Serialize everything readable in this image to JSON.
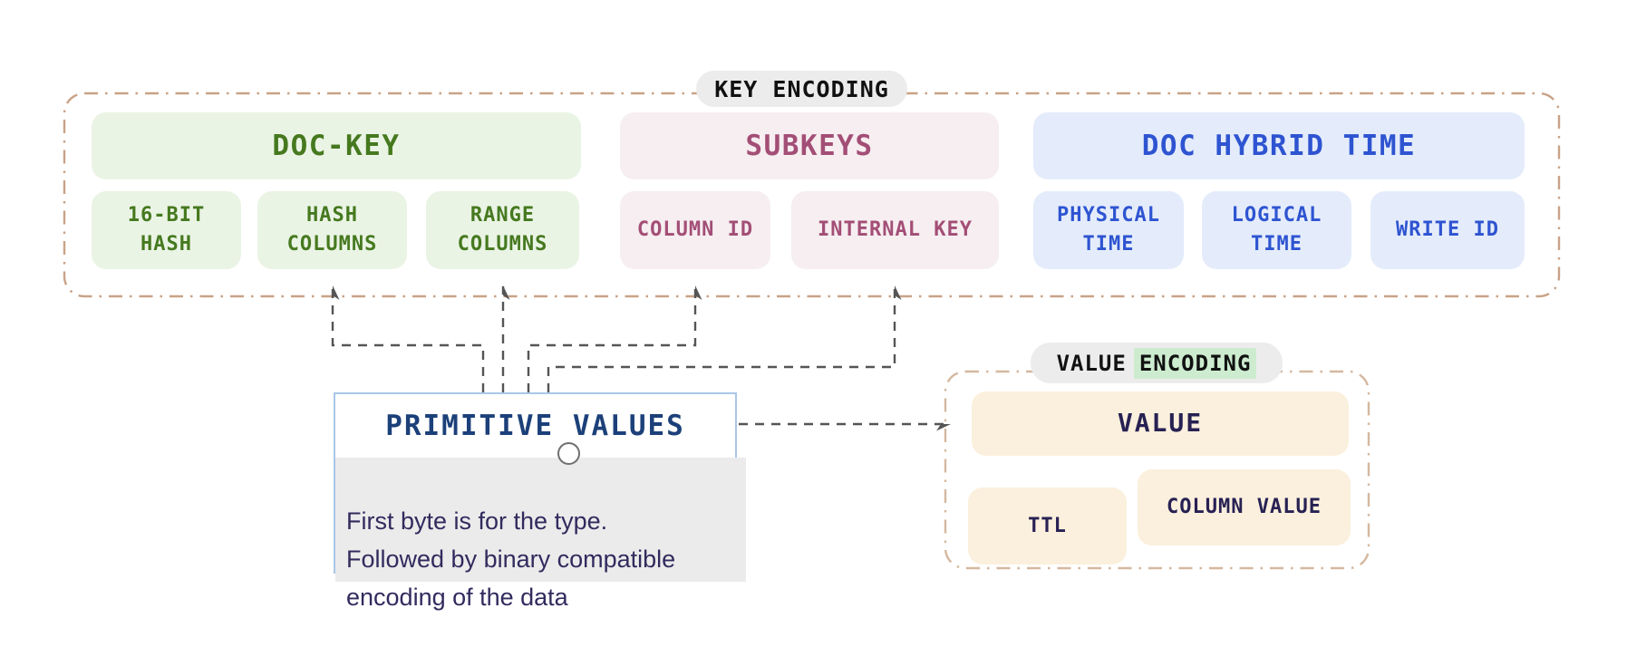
{
  "key_encoding": {
    "badge": "KEY ENCODING",
    "groups": [
      {
        "title": "DOC-KEY",
        "color": "green",
        "cells": [
          "16-BIT\nHASH",
          "HASH\nCOLUMNS",
          "RANGE\nCOLUMNS"
        ]
      },
      {
        "title": "SUBKEYS",
        "color": "pink",
        "cells": [
          "COLUMN ID",
          "INTERNAL KEY"
        ]
      },
      {
        "title": "DOC HYBRID TIME",
        "color": "blue",
        "cells": [
          "PHYSICAL\nTIME",
          "LOGICAL\nTIME",
          "WRITE ID"
        ]
      }
    ]
  },
  "primitive_values": {
    "title": "PRIMITIVE VALUES",
    "description": "First byte is for the type.\nFollowed by binary compatible\nencoding of the data"
  },
  "value_encoding": {
    "badge_prefix": "VALUE",
    "badge_highlight": "ENCODING",
    "value_box": "VALUE",
    "ttl_box": "TTL",
    "column_value_box": "COLUMN VALUE"
  },
  "colors": {
    "doc_key_text": "#46791f",
    "doc_key_bg": "#eaf4e5",
    "subkeys_text": "#a34e76",
    "subkeys_bg": "#f6eef1",
    "hybrid_time_text": "#2e54d1",
    "hybrid_time_bg": "#e4ecfb",
    "value_text": "#272153",
    "value_bg": "#fbf0dd",
    "primitive_title_text": "#1c4079",
    "primitive_border": "#a9c7e8",
    "description_bg": "#ebebeb",
    "badge_bg": "#ececec",
    "encoding_highlight_bg": "#cdeccf",
    "key_container_border": "#c9a287",
    "value_container_border": "#d5b89f",
    "connector": "#555555"
  }
}
